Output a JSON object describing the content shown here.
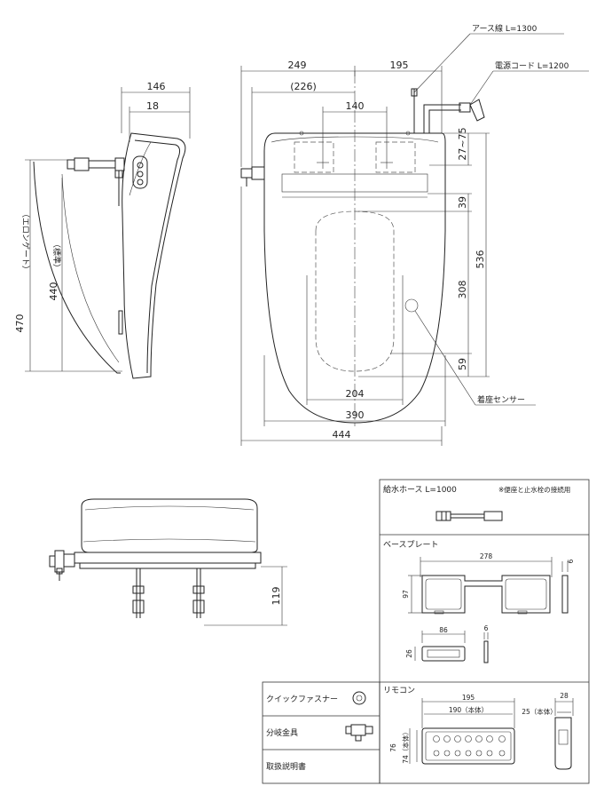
{
  "callouts": {
    "earth_wire": "アース線 L=1300",
    "power_cord": "電源コード L=1200",
    "seat_sensor": "着座センサー"
  },
  "side_view": {
    "dim_146": "146",
    "dim_18": "18",
    "dim_470": "470",
    "dim_440": "440",
    "label_elongated": "（エロンゲート）",
    "label_regular": "（標準）"
  },
  "top_view": {
    "dim_249": "249",
    "dim_195": "195",
    "dim_226": "(226)",
    "dim_140": "140",
    "dim_27_75": "27~75",
    "dim_39": "39",
    "dim_536": "536",
    "dim_308": "308",
    "dim_59": "59",
    "dim_204": "204",
    "dim_390": "390",
    "dim_444": "444"
  },
  "front_view": {
    "dim_119": "119"
  },
  "accessories": {
    "water_hose": {
      "title": "給水ホース L=1000",
      "note": "※便座と止水栓の接続用"
    },
    "base_plate": {
      "title": "ベースプレート",
      "dim_278": "278",
      "dim_97": "97",
      "dim_6a": "6",
      "dim_86": "86",
      "dim_6b": "6",
      "dim_26": "26"
    },
    "quick_fastener": "クイックファスナー",
    "branch_fitting": "分岐金具",
    "manual": "取扱説明書",
    "remote": {
      "title": "リモコン",
      "dim_195": "195",
      "dim_190": "190（本体）",
      "dim_28": "28",
      "dim_25": "25（本体）",
      "dim_76": "76",
      "dim_74": "74（本体）"
    }
  }
}
